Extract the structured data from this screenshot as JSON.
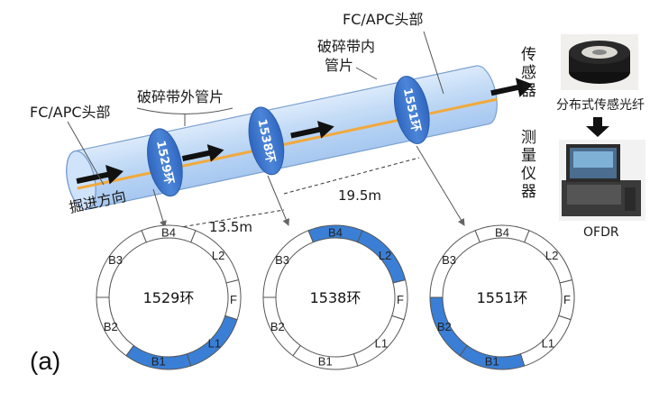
{
  "panel_label": "(a)",
  "labels": {
    "fc_apc_left": "FC/APC头部",
    "fc_apc_top": "FC/APC头部",
    "broken_outer": "破碎带外管片",
    "broken_inner_1": "破碎带内",
    "broken_inner_2": "管片",
    "direction": "掘进方向",
    "dist_1": "13.5m",
    "dist_2": "19.5m"
  },
  "ring_numbers": {
    "r1529": "1529环",
    "r1538": "1538环",
    "r1551": "1551环"
  },
  "equipment": {
    "sensor_label": [
      "传",
      "感",
      "器"
    ],
    "measure_label": [
      "测",
      "量",
      "仪",
      "器"
    ],
    "fiber_caption": "分布式传感光纤",
    "ofdr_caption": "OFDR"
  },
  "rings": [
    {
      "name": "1529环",
      "segments": [
        "B4",
        "L2",
        "F",
        "L1",
        "B1",
        "B2",
        "B3"
      ],
      "highlighted": [
        "L1",
        "B1"
      ]
    },
    {
      "name": "1538环",
      "segments": [
        "B4",
        "L2",
        "F",
        "L1",
        "B1",
        "B2",
        "B3"
      ],
      "highlighted": [
        "B4",
        "L2"
      ]
    },
    {
      "name": "1551环",
      "segments": [
        "B4",
        "L2",
        "F",
        "L1",
        "B1",
        "B2",
        "B3"
      ],
      "highlighted": [
        "B1",
        "B2"
      ]
    }
  ],
  "colors": {
    "highlight": "#3a7fd5",
    "tunnel": "#bcd8f6",
    "fiber": "#f2a93b"
  }
}
